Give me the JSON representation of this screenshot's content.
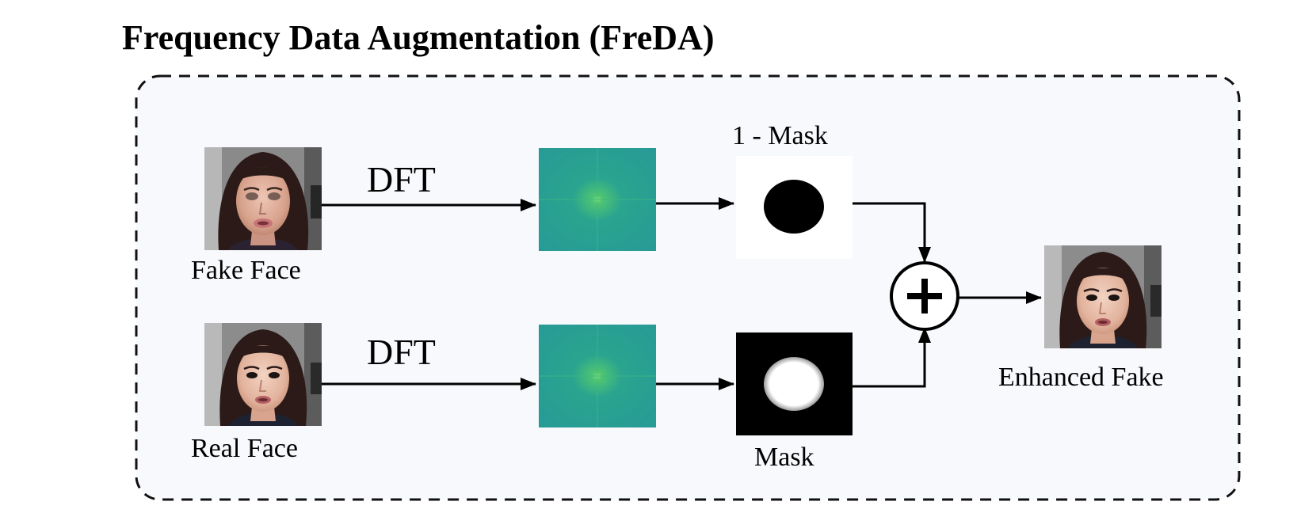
{
  "title": "Frequency Data Augmentation (FreDA)",
  "labels": {
    "fake_face": "Fake Face",
    "real_face": "Real Face",
    "dft_top": "DFT",
    "dft_bottom": "DFT",
    "inverse_mask": "1 - Mask",
    "mask": "Mask",
    "enhanced_fake": "Enhanced Fake"
  },
  "colors": {
    "panel_background": "#f7f9fc",
    "panel_border": "#111111",
    "spectrum_teal": "#2a9d96",
    "spectrum_center": "#5ed16a",
    "skin": "#e9c2ae",
    "hair": "#2b1a17",
    "backdrop": "#8b8b8b"
  },
  "icons": {
    "combine_operator": "circled-plus-icon"
  }
}
